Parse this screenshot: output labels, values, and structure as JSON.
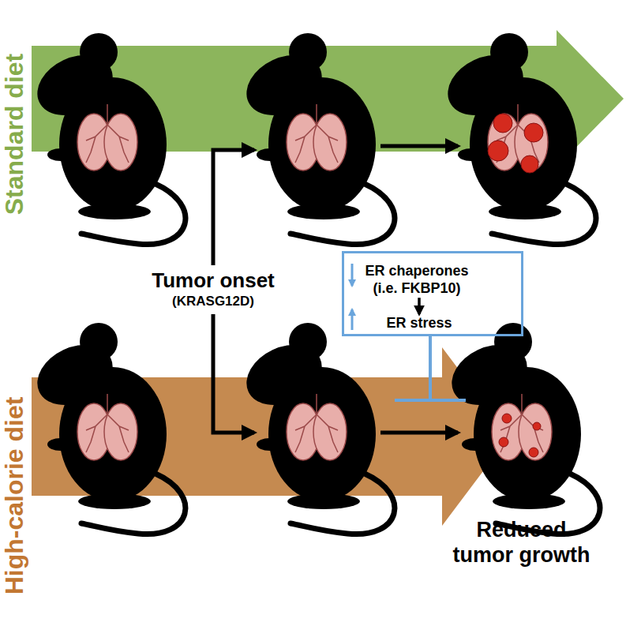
{
  "diagram": {
    "nodes": [
      {
        "text": [
          "Standard diet"
        ]
      },
      {
        "text": [
          "High-calorie diet"
        ]
      },
      {
        "text": []
      },
      {
        "text": [
          "ER chaperones (i.e. FKBP10)"
        ],
        "in": 2
      },
      {
        "text": [
          "ER stress"
        ],
        "in": 2
      }
    ],
    "edges": [
      {
        "from": 3,
        "to": 4,
        "arrow": "to"
      }
    ],
    "labels": [
      "Tumor onset",
      "(KRASG12D)",
      "Reduced tumor growth"
    ]
  }
}
